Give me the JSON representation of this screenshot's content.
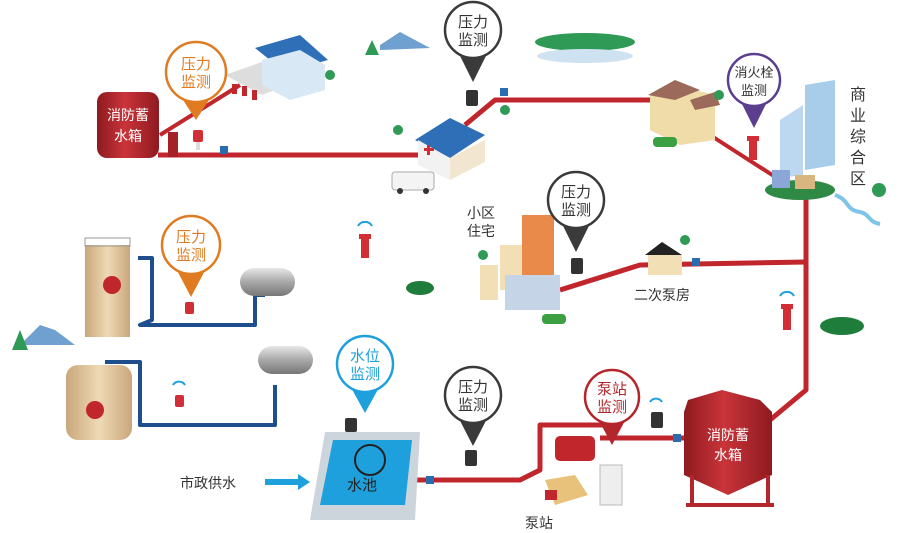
{
  "title": "消防供水监测系统示意图",
  "colors": {
    "fire_pipe": "#c0262c",
    "chem_pipe": "#1f4e8c",
    "orange_marker": "#e07b22",
    "dark_marker": "#3a3a3a",
    "purple_marker": "#5b3f8e",
    "blue_marker": "#1ea0dc",
    "red_marker": "#b3262b",
    "pool_water": "#1ea0dc",
    "text_gray": "#333333",
    "wifi": "#1ea0dc"
  },
  "markers": {
    "pressure_top_left": {
      "line1": "压力",
      "line2": "监测"
    },
    "pressure_top_center": {
      "line1": "压力",
      "line2": "监测"
    },
    "hydrant_monitor": {
      "line1": "消火栓",
      "line2": "监测"
    },
    "pressure_residential": {
      "line1": "压力",
      "line2": "监测"
    },
    "pressure_chemical": {
      "line1": "压力",
      "line2": "监测"
    },
    "water_level": {
      "line1": "水位",
      "line2": "监测"
    },
    "pressure_bottom": {
      "line1": "压力",
      "line2": "监测"
    },
    "pump_station_monitor": {
      "line1": "泵站",
      "line2": "监测"
    }
  },
  "labels": {
    "tank_top_left": {
      "line1": "消防蓄",
      "line2": "水箱"
    },
    "tank_bottom_right": {
      "line1": "消防蓄",
      "line2": "水箱"
    },
    "commercial_zone": [
      "商",
      "业",
      "综",
      "合",
      "区"
    ],
    "residential": {
      "line1": "小区",
      "line2": "住宅"
    },
    "secondary_pump_room": "二次泵房",
    "municipal_supply": "市政供水",
    "pool": "水池",
    "pump_station": "泵站"
  }
}
